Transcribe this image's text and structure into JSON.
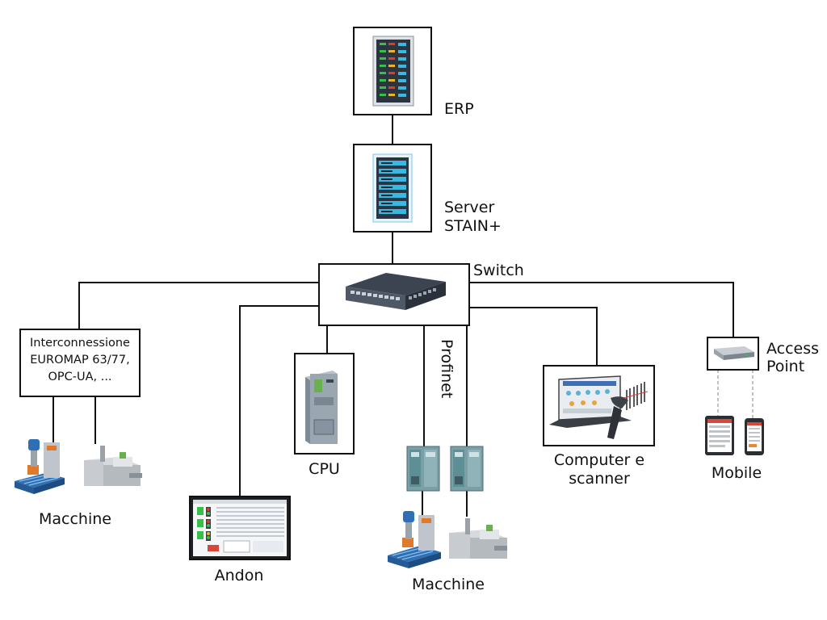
{
  "nodes": {
    "erp": "ERP",
    "server_line1": "Server",
    "server_line2": "STAIN+",
    "switch": "Switch",
    "interconnect": [
      "Interconnessione",
      "EUROMAP 63/77,",
      "OPC-UA, ..."
    ],
    "cpu": "CPU",
    "profinet": "Profinet",
    "computer_line1": "Computer e",
    "computer_line2": "scanner",
    "access_line1": "Access",
    "access_line2": "Point",
    "mobile": "Mobile",
    "macchine_left": "Macchine",
    "andon": "Andon",
    "macchine_center": "Macchine"
  },
  "colors": {
    "line": "#111111",
    "machine_blue": "#2f6fb6",
    "machine_orange": "#e07a2a",
    "machine_grey": "#c8cbcf",
    "rack_dark": "#2c3440",
    "led_green": "#35c04a",
    "led_red": "#e03a2a",
    "led_cyan": "#39b8e0",
    "plc_teal": "#5d8f96"
  },
  "icons": [
    "erp-rack-icon",
    "server-rack-icon",
    "network-switch-icon",
    "plc-cpu-icon",
    "laptop-icon",
    "barcode-scanner-icon",
    "access-point-icon",
    "tablet-icon",
    "smartphone-icon",
    "injection-machine-icon",
    "press-machine-icon",
    "andon-screen-icon",
    "profinet-module-icon"
  ]
}
